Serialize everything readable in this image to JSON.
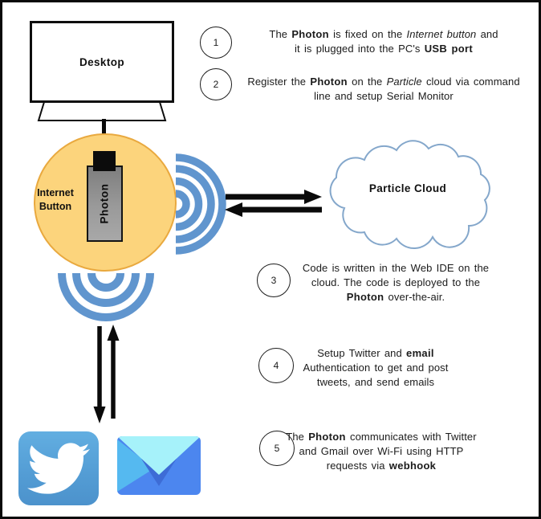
{
  "desktop": {
    "label": "Desktop"
  },
  "internet_button": {
    "label": "Internet Button"
  },
  "photon": {
    "label": "Photon"
  },
  "cloud": {
    "label": "Particle Cloud"
  },
  "steps": [
    {
      "number": "1",
      "lines": [
        [
          {
            "text": "The ",
            "style": "n"
          },
          {
            "text": "Photon",
            "style": "b"
          },
          {
            "text": " is fixed on the ",
            "style": "n"
          },
          {
            "text": "Internet button",
            "style": "i"
          },
          {
            "text": " and",
            "style": "n"
          }
        ],
        [
          {
            "text": "it is plugged into the PC's ",
            "style": "n"
          },
          {
            "text": "USB port",
            "style": "b"
          }
        ]
      ]
    },
    {
      "number": "2",
      "lines": [
        [
          {
            "text": "Register the ",
            "style": "n"
          },
          {
            "text": "Photon",
            "style": "b"
          },
          {
            "text": " on the ",
            "style": "n"
          },
          {
            "text": "Particle",
            "style": "i"
          },
          {
            "text": " cloud via command",
            "style": "n"
          }
        ],
        [
          {
            "text": "line and setup Serial Monitor",
            "style": "n"
          }
        ]
      ]
    },
    {
      "number": "3",
      "lines": [
        [
          {
            "text": "Code is written in the Web IDE on the",
            "style": "n"
          }
        ],
        [
          {
            "text": "cloud. The code is deployed to the",
            "style": "n"
          }
        ],
        [
          {
            "text": "Photon",
            "style": "b"
          },
          {
            "text": " over-the-air.",
            "style": "n"
          }
        ]
      ]
    },
    {
      "number": "4",
      "lines": [
        [
          {
            "text": "Setup Twitter and ",
            "style": "n"
          },
          {
            "text": "email",
            "style": "b"
          }
        ],
        [
          {
            "text": "Authentication to get and post",
            "style": "n"
          }
        ],
        [
          {
            "text": "tweets, and send emails",
            "style": "n"
          }
        ]
      ]
    },
    {
      "number": "5",
      "lines": [
        [
          {
            "text": "The ",
            "style": "n"
          },
          {
            "text": "Photon",
            "style": "b"
          },
          {
            "text": " communicates with Twitter",
            "style": "n"
          }
        ],
        [
          {
            "text": "and Gmail over Wi-Fi using HTTP",
            "style": "n"
          }
        ],
        [
          {
            "text": "requests via ",
            "style": "n"
          },
          {
            "text": "webhook",
            "style": "b"
          }
        ]
      ]
    }
  ],
  "icons": {
    "twitter": "twitter-bird",
    "email": "envelope",
    "wifi": "radio-waves"
  },
  "colors": {
    "wifi_blue": "#6095CE",
    "button_fill": "#FCD47C",
    "button_stroke": "#E9A93F",
    "photon_gray": "#8F8F8F",
    "cloud_stroke": "#84A7CB",
    "twitter_blue": "#57A5DC",
    "envelope_blue": "#4C86EF",
    "envelope_flap": "#A6F2FA",
    "envelope_dark": "#3D6CD6",
    "envelope_light": "#55B9F0",
    "arrow_black": "#0A0A0A"
  }
}
